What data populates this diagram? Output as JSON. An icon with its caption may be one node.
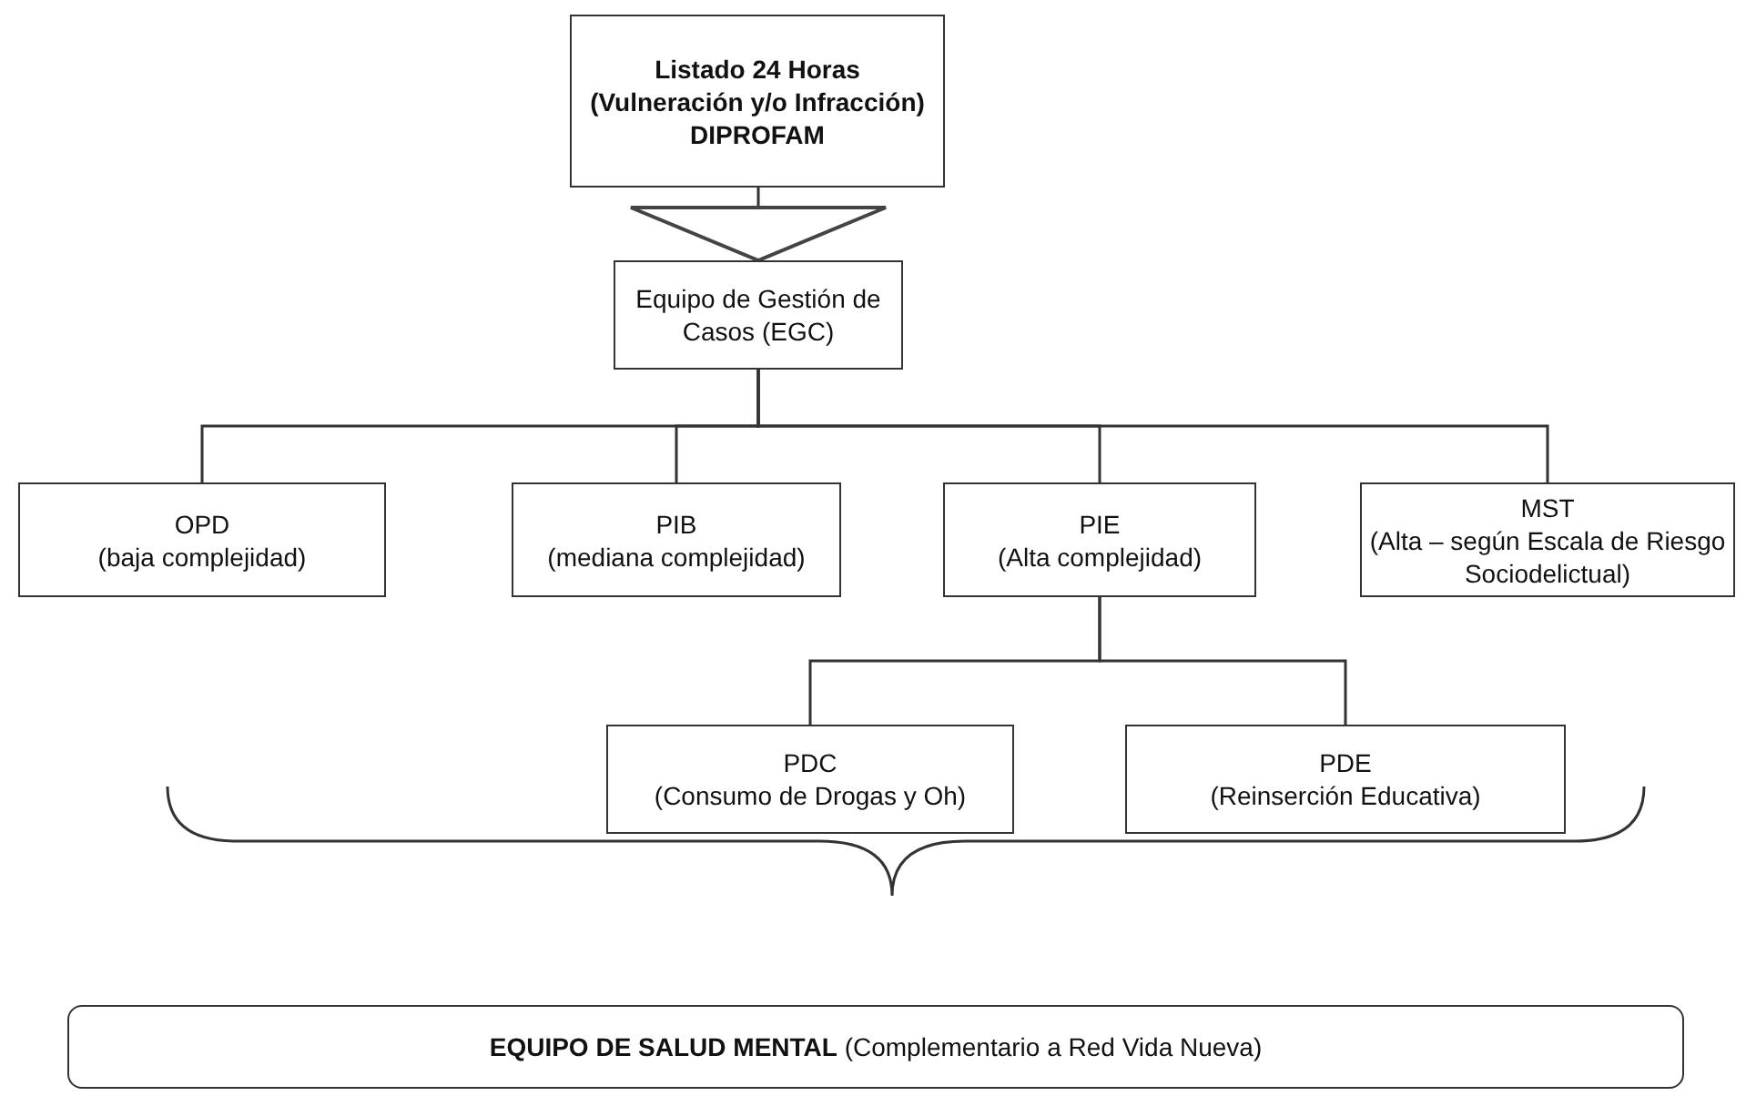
{
  "diagram": {
    "nodes": [
      {
        "text": [
          "Listado 24 Horas (Vulneración y/o Infracción) DIPROFAM"
        ]
      },
      {
        "text": [
          "Equipo de Gestión de Casos (EGC)"
        ]
      },
      {
        "text": [
          "OPD",
          "(baja complejidad)"
        ]
      },
      {
        "text": [
          "PIB",
          "(mediana complejidad)"
        ]
      },
      {
        "text": [
          "PIE",
          "(Alta complejidad)"
        ]
      },
      {
        "text": [
          "MST",
          "(Alta – según Escala de Riesgo Sociodelictual)"
        ]
      },
      {
        "text": [
          "PDC",
          "(Consumo de Drogas y Oh)"
        ]
      },
      {
        "text": [
          "PDE",
          "(Reinserción Educativa)"
        ]
      },
      {
        "text": [
          "**EQUIPO DE SALUD MENTAL** (Complementario a Red Vida Nueva)"
        ]
      }
    ],
    "edges": [
      {
        "from": 0,
        "to": 1,
        "arrow": "to"
      },
      {
        "from": 1,
        "to": 2,
        "arrow": "none"
      },
      {
        "from": 1,
        "to": 3,
        "arrow": "none"
      },
      {
        "from": 1,
        "to": 4,
        "arrow": "none"
      },
      {
        "from": 1,
        "to": 5,
        "arrow": "none"
      },
      {
        "from": 4,
        "to": 6,
        "arrow": "none"
      },
      {
        "from": 4,
        "to": 7,
        "arrow": "none"
      }
    ]
  }
}
